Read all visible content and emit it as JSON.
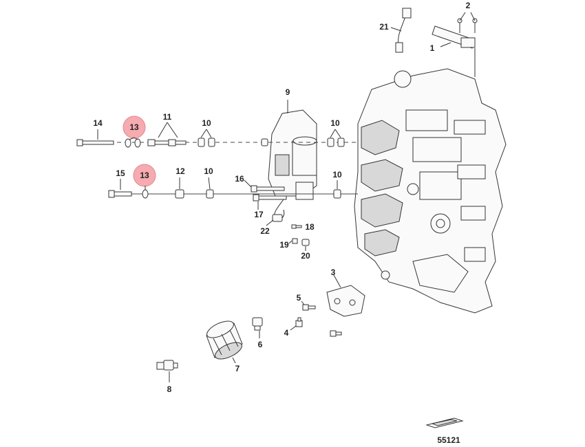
{
  "callouts": {
    "c1": "1",
    "c2": "2",
    "c3": "3",
    "c4": "4",
    "c5": "5",
    "c6": "6",
    "c7": "7",
    "c8": "8",
    "c9": "9",
    "c10a": "10",
    "c10b": "10",
    "c10c": "10",
    "c10d": "10",
    "c11": "11",
    "c12": "12",
    "c13a": "13",
    "c13b": "13",
    "c14": "14",
    "c15": "15",
    "c16": "16",
    "c17": "17",
    "c18": "18",
    "c19": "19",
    "c20": "20",
    "c21": "21",
    "c22": "22"
  },
  "figure_id": "55121",
  "highlight_color": "#f4a3a8"
}
